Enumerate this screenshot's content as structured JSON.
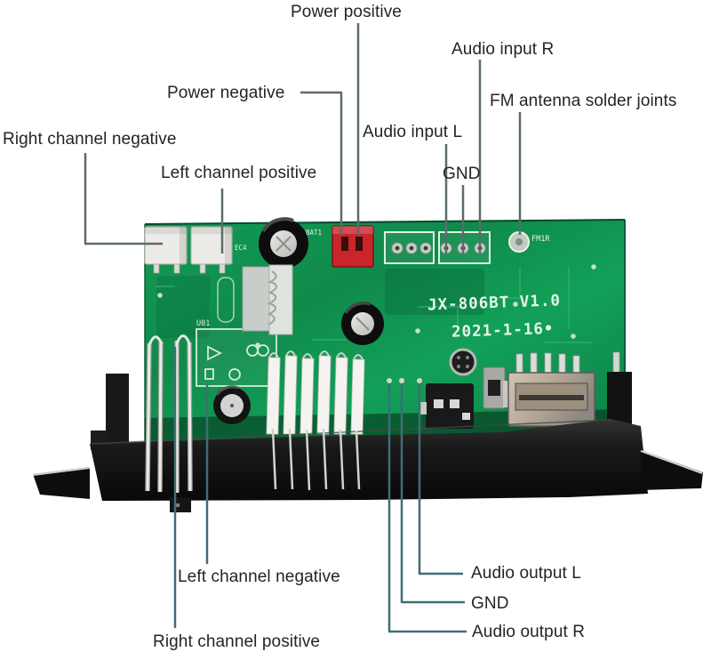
{
  "figure": {
    "type": "annotated-product-photo",
    "subject": "Bluetooth MP3 decoder board, front edge view with pinout callouts"
  },
  "board": {
    "silkscreen": {
      "model": "JX-806BT V1.0",
      "date": "2021-1-16•",
      "battery_connector": "BAT1",
      "capacitor": "EC4",
      "fm_pad": "FM1R",
      "ic_outline": "U01"
    },
    "colors": {
      "pcb_green": "#0f8a4b",
      "pcb_green_light": "#2fae6e",
      "panel_black": "#161616",
      "battery_connector_red": "#c4252b",
      "usb_metal": "#b5a897",
      "leader_line_gray": "#5c6b6b",
      "leader_line_teal": "#3f6d78",
      "silkscreen_white": "#e4f2e7"
    }
  },
  "annotations": {
    "power_positive": {
      "label": "Power positive"
    },
    "power_negative": {
      "label": "Power negative"
    },
    "audio_input_r": {
      "label": "Audio input R"
    },
    "audio_input_l": {
      "label": "Audio input L"
    },
    "gnd_top": {
      "label": "GND"
    },
    "fm_antenna": {
      "label": "FM antenna solder joints"
    },
    "right_channel_negative": {
      "label": "Right channel negative"
    },
    "left_channel_positive": {
      "label": "Left channel positive"
    },
    "left_channel_negative": {
      "label": "Left channel negative"
    },
    "right_channel_positive": {
      "label": "Right channel positive"
    },
    "audio_output_l": {
      "label": "Audio output L"
    },
    "gnd_bottom": {
      "label": "GND"
    },
    "audio_output_r": {
      "label": "Audio output R"
    }
  }
}
